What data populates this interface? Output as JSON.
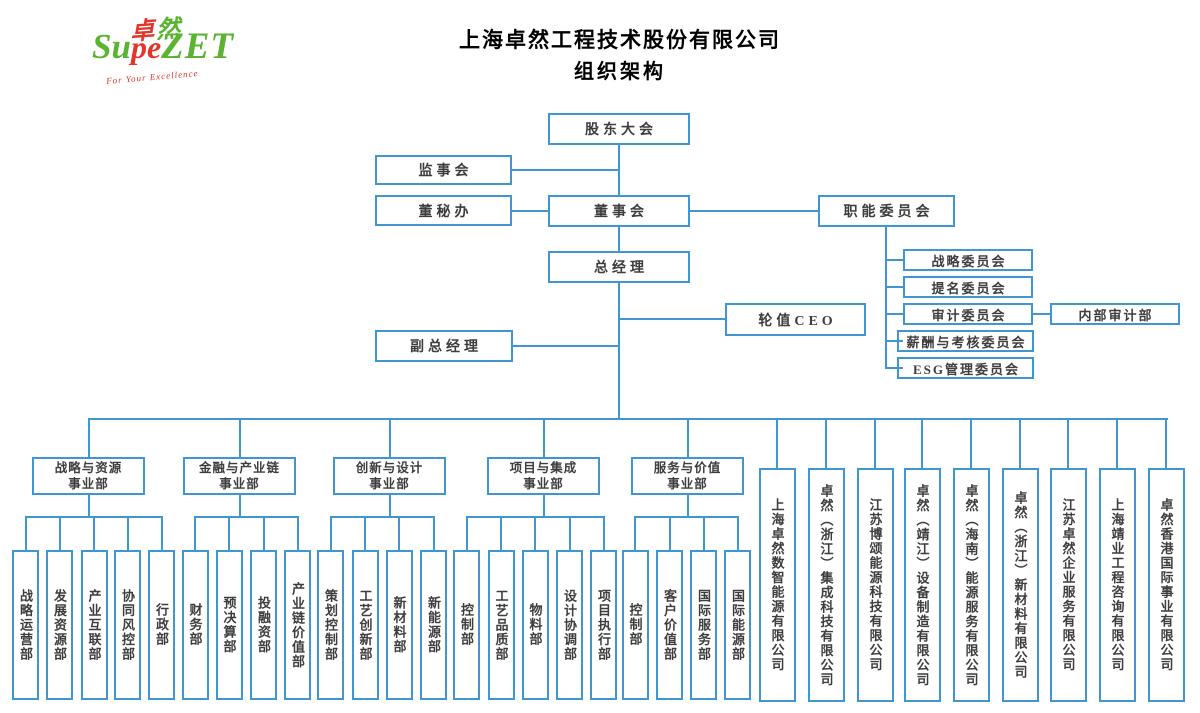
{
  "colors": {
    "line": "#4096d0",
    "text": "#3d3d3d",
    "logo_green": "#5ab431",
    "logo_red": "#e2352b",
    "title": "#000000"
  },
  "logo": {
    "hanzi1": "卓",
    "hanzi2": "然",
    "part1": "Su",
    "part2": "pe",
    "part3": "ZET",
    "tagline": "For Your Excellence"
  },
  "title": {
    "line1": "上海卓然工程技术股份有限公司",
    "line2": "组织架构"
  },
  "nodes": {
    "shareholders": "股东大会",
    "supervisory": "监事会",
    "secretary": "董秘办",
    "board": "董事会",
    "functional": "职能委员会",
    "gm": "总经理",
    "ceo": "轮值CEO",
    "deputy": "副总经理",
    "internal_audit": "内部审计部"
  },
  "committees": [
    "战略委员会",
    "提名委员会",
    "审计委员会",
    "薪酬与考核委员会",
    "ESG管理委员会"
  ],
  "divisions": [
    {
      "line1": "战略与资源",
      "line2": "事业部",
      "depts": [
        "战略运营部",
        "发展资源部",
        "产业互联部",
        "协同风控部",
        "行政部"
      ]
    },
    {
      "line1": "金融与产业链",
      "line2": "事业部",
      "depts": [
        "财务部",
        "预决算部",
        "投融资部",
        "产业链价值部"
      ]
    },
    {
      "line1": "创新与设计",
      "line2": "事业部",
      "depts": [
        "策划控制部",
        "工艺创新部",
        "新材料部",
        "新能源部"
      ]
    },
    {
      "line1": "项目与集成",
      "line2": "事业部",
      "depts": [
        "控制部",
        "工艺品质部",
        "物料部",
        "设计协调部",
        "项目执行部"
      ]
    },
    {
      "line1": "服务与价值",
      "line2": "事业部",
      "depts": [
        "控制部",
        "客户价值部",
        "国际服务部",
        "国际能源部"
      ]
    }
  ],
  "subsidiaries": [
    "上海卓然数智能源有限公司",
    "卓然（浙江）集成科技有限公司",
    "江苏博颂能源科技有限公司",
    "卓然（靖江）设备制造有限公司",
    "卓然（海南）能源服务有限公司",
    "卓然（浙江）新材料有限公司",
    "江苏卓然企业服务有限公司",
    "上海靖业工程咨询有限公司",
    "卓然香港国际事业有限公司"
  ]
}
